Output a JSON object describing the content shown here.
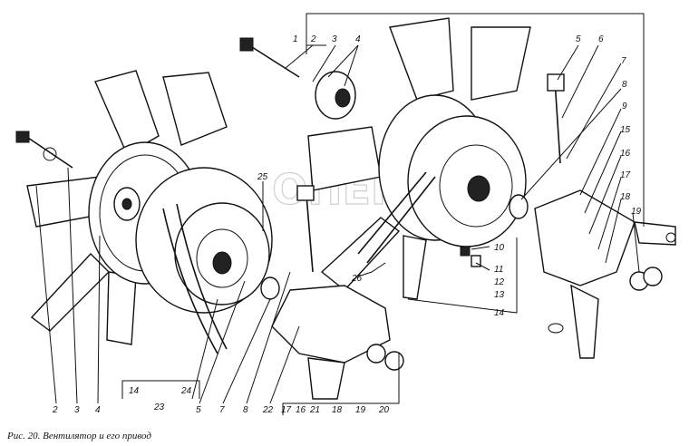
{
  "caption": "Рис. 20. Вентилятор и его привод",
  "watermark": "ОПЕК",
  "callouts": [
    {
      "id": "c1",
      "text": "1"
    },
    {
      "id": "c2a",
      "text": "2"
    },
    {
      "id": "c3a",
      "text": "3"
    },
    {
      "id": "c4a",
      "text": "4"
    },
    {
      "id": "c5a",
      "text": "5"
    },
    {
      "id": "c6a",
      "text": "6"
    },
    {
      "id": "c7a",
      "text": "7"
    },
    {
      "id": "c8a",
      "text": "8"
    },
    {
      "id": "c9",
      "text": "9"
    },
    {
      "id": "c15",
      "text": "15"
    },
    {
      "id": "c16a",
      "text": "16"
    },
    {
      "id": "c17a",
      "text": "17"
    },
    {
      "id": "c18a",
      "text": "18"
    },
    {
      "id": "c19a",
      "text": "19"
    },
    {
      "id": "c25",
      "text": "25"
    },
    {
      "id": "c26",
      "text": "26"
    },
    {
      "id": "c10",
      "text": "10"
    },
    {
      "id": "c11",
      "text": "11"
    },
    {
      "id": "c12",
      "text": "12"
    },
    {
      "id": "c13",
      "text": "13"
    },
    {
      "id": "c14a",
      "text": "14"
    },
    {
      "id": "c2b",
      "text": "2"
    },
    {
      "id": "c3b",
      "text": "3"
    },
    {
      "id": "c4b",
      "text": "4"
    },
    {
      "id": "c14b",
      "text": "14"
    },
    {
      "id": "c23",
      "text": "23"
    },
    {
      "id": "c24",
      "text": "24"
    },
    {
      "id": "c5b",
      "text": "5"
    },
    {
      "id": "c7b",
      "text": "7"
    },
    {
      "id": "c8b",
      "text": "8"
    },
    {
      "id": "c22",
      "text": "22"
    },
    {
      "id": "c17b",
      "text": "17"
    },
    {
      "id": "c16b",
      "text": "16"
    },
    {
      "id": "c21",
      "text": "21"
    },
    {
      "id": "c18b",
      "text": "18"
    },
    {
      "id": "c19b",
      "text": "19"
    },
    {
      "id": "c20",
      "text": "20"
    }
  ]
}
